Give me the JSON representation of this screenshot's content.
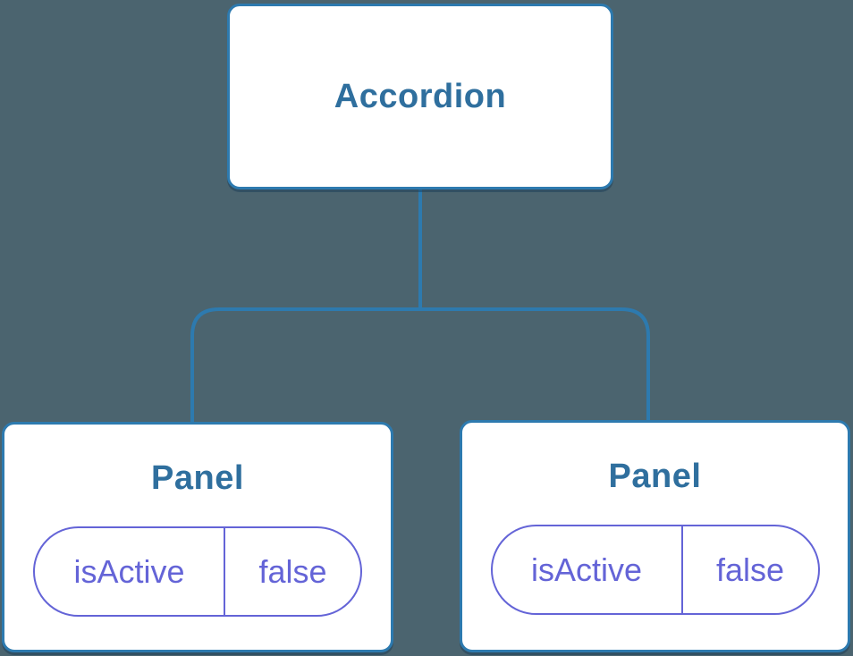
{
  "colors": {
    "background": "#4B646F",
    "line": "#2D7AAF",
    "node-border": "#2D7AAF",
    "node-fill": "#FFFFFF",
    "title-text": "#2F6F9E",
    "state-purple": "#6464D7"
  },
  "tree": {
    "root": {
      "label": "Accordion"
    },
    "panels": [
      {
        "label": "Panel",
        "state_key": "isActive",
        "state_value": "false"
      },
      {
        "label": "Panel",
        "state_key": "isActive",
        "state_value": "false"
      }
    ]
  }
}
